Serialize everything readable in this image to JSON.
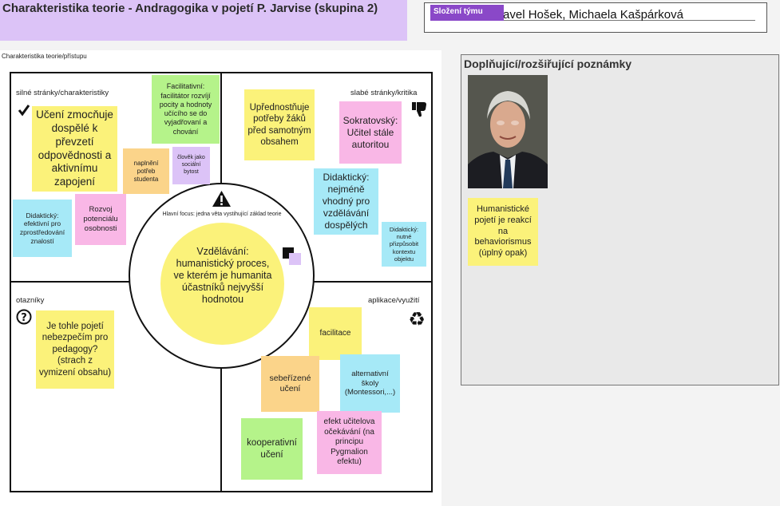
{
  "header": {
    "title": "Charakteristika teorie - Andragogika v pojetí P. Jarvise (skupina 2)",
    "team_tag": "Složení týmu",
    "team_names": "Pavel Hošek, Michaela Kašpárková"
  },
  "board": {
    "label": "Charakteristika teorie/přístupu",
    "focus_label": "Hlavní focus: jedna věta vystihující základ teorie",
    "core": "Vzdělávání: humanistický proces, ve kterém je humanita účastníků nejvyšší hodnotou",
    "q_tl": "silné stránky/charakteristiky",
    "q_tr": "slabé stránky/kritika",
    "q_bl": "otazníky",
    "q_br": "aplikace/využití"
  },
  "notes": {
    "n1": "Učení zmocňuje dospělé k převzetí odpovědnosti a aktivnímu zapojení",
    "n2": "Facilitativní: facilitátor rozvíjí pocity a hodnoty učícího se do vyjadřovaní a chování",
    "n3": "naplnění potřeb studenta",
    "n4": "člověk jako sociální bytost",
    "n5": "Didaktický: efektivní pro zprostředování znalostí",
    "n6": "Rozvoj potenciálu osobnosti",
    "n7": "Upřednostňuje potřeby žáků před samotným obsahem",
    "n8": "Sokratovský: Učitel stále autoritou",
    "n9": "Didaktický: nejméně vhodný pro vzdělávání dospělých",
    "n10": "Didaktický: nutné přizpůsobit kontextu objektu",
    "n11": "Je tohle pojetí nebezpečím pro pedagogy? (strach z vymizení obsahu)",
    "n12": "facilitace",
    "n13": "sebeřízené učení",
    "n14": "alternativní školy (Montessori,...)",
    "n15": "efekt učitelova očekávání (na principu Pygmalion efektu)",
    "n16": "kooperativní učení"
  },
  "side": {
    "title": "Doplňující/rozšiřující poznámky",
    "note": "Humanistické pojetí je reakcí na behaviorismus (úplný opak)"
  },
  "icons": {
    "check": "check-icon",
    "thumbs_down": "thumbs-down-icon",
    "question": "question-circle-icon",
    "recycle": "recycle-icon",
    "warning": "warning-icon"
  }
}
